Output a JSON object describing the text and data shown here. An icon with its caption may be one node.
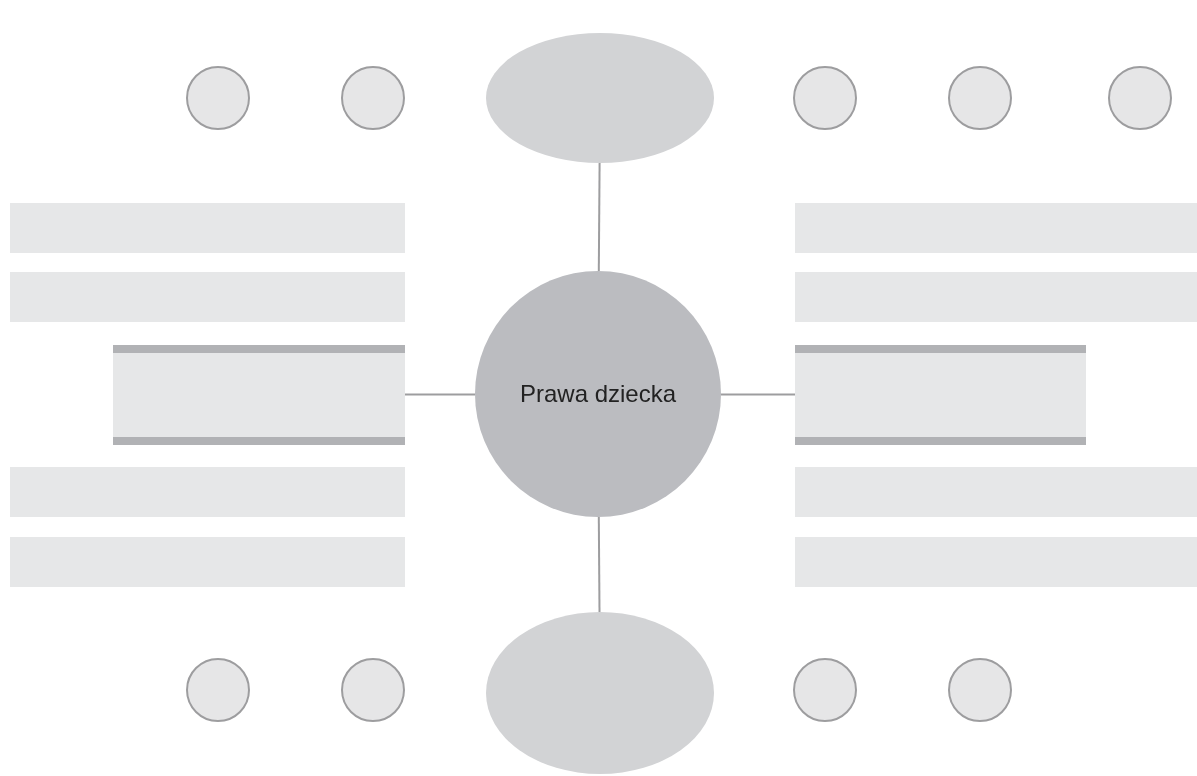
{
  "diagram": {
    "nodes": [
      {
        "text": [],
        "shape": "circle"
      },
      {
        "text": [],
        "shape": "circle"
      },
      {
        "text": [],
        "shape": "ellipse"
      },
      {
        "text": [],
        "shape": "circle"
      },
      {
        "text": [],
        "shape": "circle"
      },
      {
        "text": [],
        "shape": "circle"
      },
      {
        "text": [],
        "shape": "bar"
      },
      {
        "text": [],
        "shape": "bar"
      },
      {
        "text": [],
        "shape": "bar"
      },
      {
        "text": [],
        "shape": "bar"
      },
      {
        "text": [],
        "shape": "box"
      },
      {
        "text": [
          "Prawa dziecka"
        ]
      },
      {
        "text": [],
        "shape": "box"
      },
      {
        "text": [],
        "shape": "bar"
      },
      {
        "text": [],
        "shape": "bar"
      },
      {
        "text": [],
        "shape": "bar"
      },
      {
        "text": [],
        "shape": "bar"
      },
      {
        "text": [],
        "shape": "circle"
      },
      {
        "text": [],
        "shape": "circle"
      },
      {
        "text": [],
        "shape": "ellipse"
      },
      {
        "text": [],
        "shape": "circle"
      },
      {
        "text": [],
        "shape": "circle"
      }
    ],
    "edges": [
      {
        "from": 11,
        "to": 2,
        "arrow": "none"
      },
      {
        "from": 11,
        "to": 10,
        "arrow": "none"
      },
      {
        "from": 11,
        "to": 12,
        "arrow": "none"
      },
      {
        "from": 11,
        "to": 19,
        "arrow": "none"
      }
    ]
  }
}
